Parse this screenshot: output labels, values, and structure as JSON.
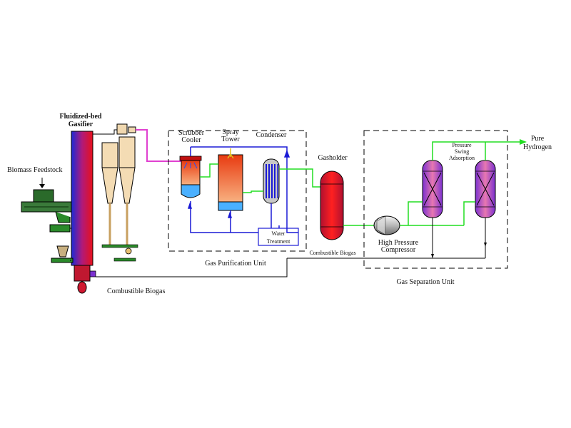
{
  "labels": {
    "gasifier_line1": "Fluidized-bed",
    "gasifier_line2": "Gasifier",
    "biomass_feedstock": "Biomass Feedstock",
    "combustible_biogas_bottom": "Combustible Biogas",
    "scrubber_line1": "Scrubber",
    "scrubber_line2": "Cooler",
    "spray_line1": "Spray",
    "spray_line2": "Tower",
    "condenser": "Condenser",
    "water_line1": "Water",
    "water_line2": "Treatment",
    "gas_purification_unit": "Gas Purification Unit",
    "gasholder": "Gasholder",
    "combustible_biogas_small": "Combustible Biogas",
    "compressor_line1": "High Pressure",
    "compressor_line2": "Compressor",
    "psa_line1": "Pressure",
    "psa_line2": "Swing",
    "psa_line3": "Adsorption",
    "pure_line1": "Pure",
    "pure_line2": "Hydrogen",
    "gas_separation_unit": "Gas Separation Unit"
  },
  "colors": {
    "gas_line": "#22dd22",
    "water_line": "#1a1ad6",
    "hot_gas_line": "#e040d0",
    "frame": "#000000"
  }
}
